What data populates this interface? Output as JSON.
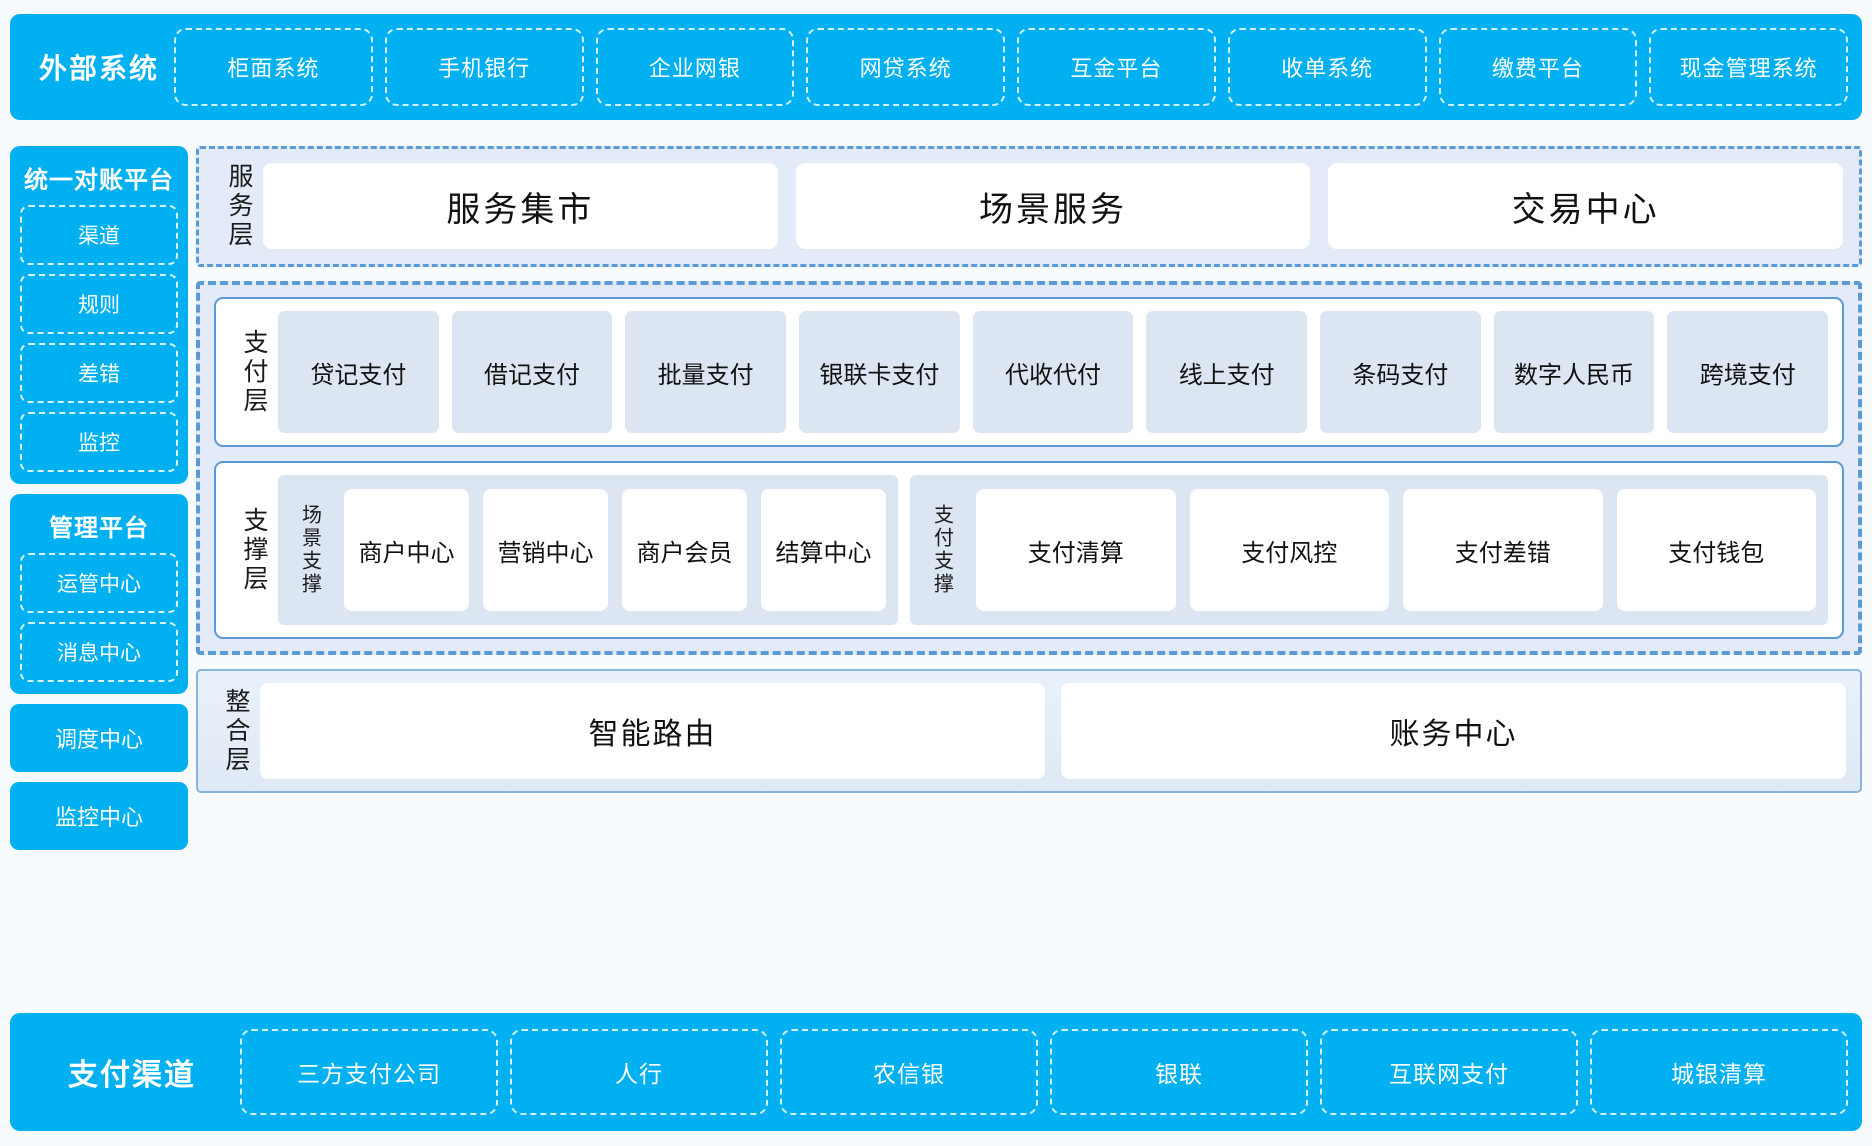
{
  "external": {
    "title": "外部系统",
    "items": [
      "柜面系统",
      "手机银行",
      "企业网银",
      "网贷系统",
      "互金平台",
      "收单系统",
      "缴费平台",
      "现金管理系统"
    ]
  },
  "sidebar": {
    "recon_platform": {
      "title": "统一对账平台",
      "items": [
        "渠道",
        "规则",
        "差错",
        "监控"
      ]
    },
    "mgmt_platform": {
      "title": "管理平台",
      "items": [
        "运管中心",
        "消息中心"
      ]
    },
    "standalone": [
      "调度中心",
      "监控中心"
    ]
  },
  "service_layer": {
    "label": "服务层",
    "cards": [
      "服务集市",
      "场景服务",
      "交易中心"
    ]
  },
  "payment_layer": {
    "label": "支付层",
    "cards": [
      "贷记支付",
      "借记支付",
      "批量支付",
      "银联卡支付",
      "代收代付",
      "线上支付",
      "条码支付",
      "数字人民币",
      "跨境支付"
    ]
  },
  "support_layer": {
    "label": "支撑层",
    "groups": [
      {
        "label": "场景支撑",
        "cards": [
          "商户中心",
          "营销中心",
          "商户会员",
          "结算中心"
        ]
      },
      {
        "label": "支付支撑",
        "cards": [
          "支付清算",
          "支付风控",
          "支付差错",
          "支付钱包"
        ]
      }
    ]
  },
  "integration_layer": {
    "label": "整合层",
    "cards": [
      "智能路由",
      "账务中心"
    ]
  },
  "payment_channel": {
    "title": "支付渠道",
    "items": [
      "三方支付公司",
      "人行",
      "农信银",
      "银联",
      "互联网支付",
      "城银清算"
    ]
  },
  "colors": {
    "brand_cyan": "#00b0f0",
    "border_blue": "#5b9bd5",
    "panel_blue": "#e2ebf7",
    "card_blue": "#dce6f3",
    "page_bg": "#f7fbfd"
  }
}
